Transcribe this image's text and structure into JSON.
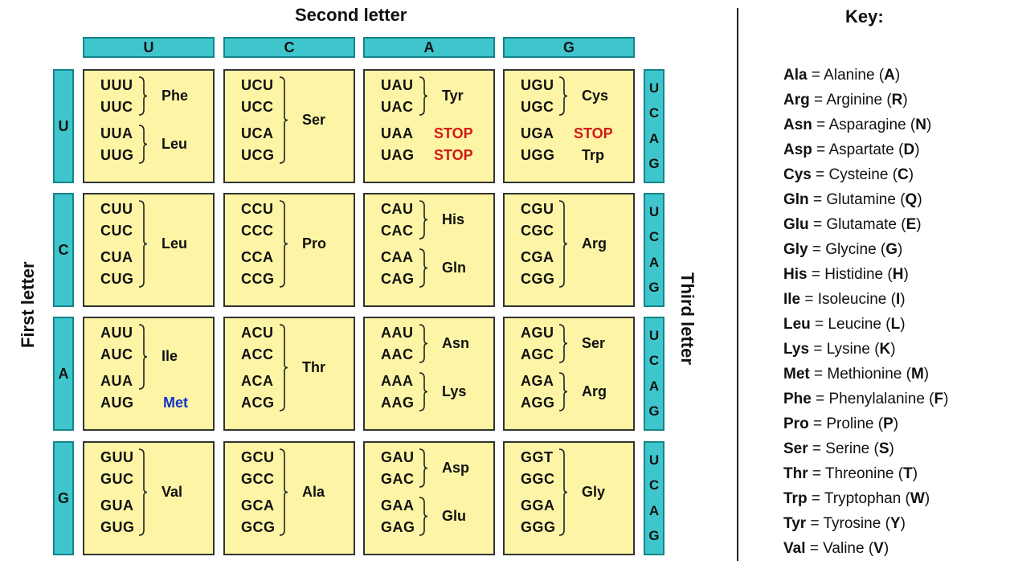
{
  "header": {
    "second_letter": "Second letter",
    "first_letter": "First letter",
    "third_letter": "Third letter"
  },
  "second_letters": [
    "U",
    "C",
    "A",
    "G"
  ],
  "first_letters": [
    "U",
    "C",
    "A",
    "G"
  ],
  "third_letters": [
    "U",
    "C",
    "A",
    "G"
  ],
  "cells": [
    [
      {
        "codons": [
          "UUU",
          "UUC",
          "UUA",
          "UUG"
        ],
        "groups": [
          {
            "rows": [
              0,
              1
            ],
            "label": "Phe"
          },
          {
            "rows": [
              2,
              3
            ],
            "label": "Leu"
          }
        ]
      },
      {
        "codons": [
          "UCU",
          "UCC",
          "UCA",
          "UCG"
        ],
        "groups": [
          {
            "rows": [
              0,
              3
            ],
            "label": "Ser"
          }
        ]
      },
      {
        "codons": [
          "UAU",
          "UAC",
          "UAA",
          "UAG"
        ],
        "groups": [
          {
            "rows": [
              0,
              1
            ],
            "label": "Tyr"
          }
        ],
        "single": [
          {
            "row": 2,
            "label": "STOP",
            "style": "stop"
          },
          {
            "row": 3,
            "label": "STOP",
            "style": "stop"
          }
        ]
      },
      {
        "codons": [
          "UGU",
          "UGC",
          "UGA",
          "UGG"
        ],
        "groups": [
          {
            "rows": [
              0,
              1
            ],
            "label": "Cys"
          }
        ],
        "single": [
          {
            "row": 2,
            "label": "STOP",
            "style": "stop"
          },
          {
            "row": 3,
            "label": "Trp",
            "style": ""
          }
        ]
      }
    ],
    [
      {
        "codons": [
          "CUU",
          "CUC",
          "CUA",
          "CUG"
        ],
        "groups": [
          {
            "rows": [
              0,
              3
            ],
            "label": "Leu"
          }
        ]
      },
      {
        "codons": [
          "CCU",
          "CCC",
          "CCA",
          "CCG"
        ],
        "groups": [
          {
            "rows": [
              0,
              3
            ],
            "label": "Pro"
          }
        ]
      },
      {
        "codons": [
          "CAU",
          "CAC",
          "CAA",
          "CAG"
        ],
        "groups": [
          {
            "rows": [
              0,
              1
            ],
            "label": "His"
          },
          {
            "rows": [
              2,
              3
            ],
            "label": "Gln"
          }
        ]
      },
      {
        "codons": [
          "CGU",
          "CGC",
          "CGA",
          "CGG"
        ],
        "groups": [
          {
            "rows": [
              0,
              3
            ],
            "label": "Arg"
          }
        ]
      }
    ],
    [
      {
        "codons": [
          "AUU",
          "AUC",
          "AUA",
          "AUG"
        ],
        "groups": [
          {
            "rows": [
              0,
              2
            ],
            "label": "Ile"
          }
        ],
        "single": [
          {
            "row": 3,
            "label": "Met",
            "style": "met"
          }
        ]
      },
      {
        "codons": [
          "ACU",
          "ACC",
          "ACA",
          "ACG"
        ],
        "groups": [
          {
            "rows": [
              0,
              3
            ],
            "label": "Thr"
          }
        ]
      },
      {
        "codons": [
          "AAU",
          "AAC",
          "AAA",
          "AAG"
        ],
        "groups": [
          {
            "rows": [
              0,
              1
            ],
            "label": "Asn"
          },
          {
            "rows": [
              2,
              3
            ],
            "label": "Lys"
          }
        ]
      },
      {
        "codons": [
          "AGU",
          "AGC",
          "AGA",
          "AGG"
        ],
        "groups": [
          {
            "rows": [
              0,
              1
            ],
            "label": "Ser"
          },
          {
            "rows": [
              2,
              3
            ],
            "label": "Arg"
          }
        ]
      }
    ],
    [
      {
        "codons": [
          "GUU",
          "GUC",
          "GUA",
          "GUG"
        ],
        "groups": [
          {
            "rows": [
              0,
              3
            ],
            "label": "Val"
          }
        ]
      },
      {
        "codons": [
          "GCU",
          "GCC",
          "GCA",
          "GCG"
        ],
        "groups": [
          {
            "rows": [
              0,
              3
            ],
            "label": "Ala"
          }
        ]
      },
      {
        "codons": [
          "GAU",
          "GAC",
          "GAA",
          "GAG"
        ],
        "groups": [
          {
            "rows": [
              0,
              1
            ],
            "label": "Asp"
          },
          {
            "rows": [
              2,
              3
            ],
            "label": "Glu"
          }
        ]
      },
      {
        "codons": [
          "GGT",
          "GGC",
          "GGA",
          "GGG"
        ],
        "groups": [
          {
            "rows": [
              0,
              3
            ],
            "label": "Gly"
          }
        ]
      }
    ]
  ],
  "key": {
    "title": "Key:",
    "items": [
      {
        "abbr": "Ala",
        "name": "Alanine",
        "code": "A"
      },
      {
        "abbr": "Arg",
        "name": "Arginine",
        "code": "R"
      },
      {
        "abbr": "Asn",
        "name": "Asparagine",
        "code": "N"
      },
      {
        "abbr": "Asp",
        "name": "Aspartate",
        "code": "D"
      },
      {
        "abbr": "Cys",
        "name": "Cysteine",
        "code": "C"
      },
      {
        "abbr": "Gln",
        "name": "Glutamine",
        "code": "Q"
      },
      {
        "abbr": "Glu",
        "name": "Glutamate",
        "code": "E"
      },
      {
        "abbr": "Gly",
        "name": "Glycine",
        "code": "G"
      },
      {
        "abbr": "His",
        "name": "Histidine",
        "code": "H"
      },
      {
        "abbr": "Ile",
        "name": "Isoleucine",
        "code": "I"
      },
      {
        "abbr": "Leu",
        "name": "Leucine",
        "code": "L"
      },
      {
        "abbr": "Lys",
        "name": "Lysine",
        "code": "K"
      },
      {
        "abbr": "Met",
        "name": "Methionine",
        "code": "M"
      },
      {
        "abbr": "Phe",
        "name": "Phenylalanine",
        "code": "F"
      },
      {
        "abbr": "Pro",
        "name": "Proline",
        "code": "P"
      },
      {
        "abbr": "Ser",
        "name": "Serine",
        "code": "S"
      },
      {
        "abbr": "Thr",
        "name": "Threonine",
        "code": "T"
      },
      {
        "abbr": "Trp",
        "name": "Tryptophan",
        "code": "W"
      },
      {
        "abbr": "Tyr",
        "name": "Tyrosine",
        "code": "Y"
      },
      {
        "abbr": "Val",
        "name": "Valine",
        "code": "V"
      }
    ]
  },
  "colors": {
    "header_fill": "#3fc6cc",
    "cell_fill": "#fdf5a5",
    "stop": "#d11a1a",
    "met": "#1632c8"
  }
}
